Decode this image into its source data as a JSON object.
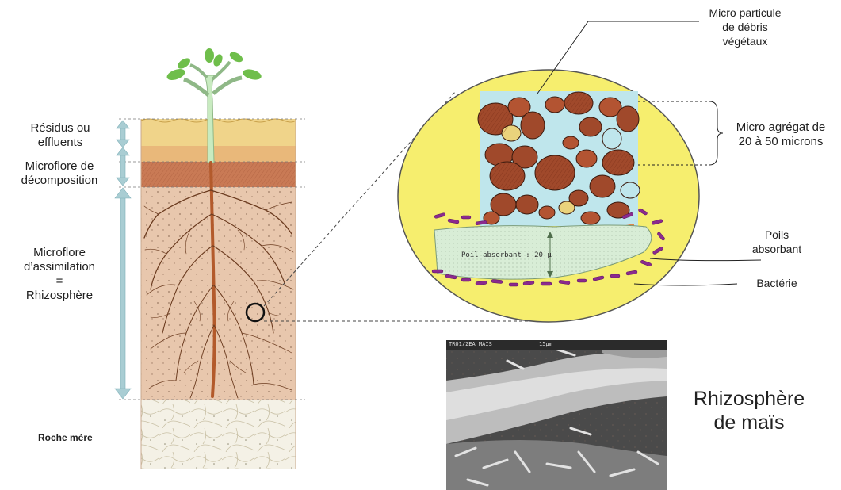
{
  "left_labels": {
    "residus_line1": "Résidus ou",
    "residus_line2": "effluents",
    "decomp_line1": "Microflore de",
    "decomp_line2": "décomposition",
    "assim_line1": "Microflore",
    "assim_line2": "d’assimilation",
    "assim_line3": "=",
    "assim_line4": "Rhizosphère",
    "roche": "Roche mère"
  },
  "right_labels": {
    "micro_particule_line1": "Micro particule",
    "micro_particule_line2": "de débris",
    "micro_particule_line3": "végétaux",
    "agregat_line1": "Micro agrégat de",
    "agregat_line2": "20 à 50 microns",
    "poils_line1": "Poils",
    "poils_line2": "absorbant",
    "bacterie": "Bactérie"
  },
  "inset_text": {
    "poil": "Poil absorbant : 20 µ"
  },
  "photo_text": {
    "header": "TR01/ZEA MAIS",
    "scale": "15µm"
  },
  "caption": {
    "line1": "Rhizosphère",
    "line2": "de maïs"
  },
  "colors": {
    "soil_litter": "#f0d48a",
    "soil_decomp": "#c97a55",
    "soil_rhizo": "#e8c7ad",
    "bedrock": "#f4f1e6",
    "circle_fill": "#f6ee6e",
    "aggregate": "#a0492b",
    "water": "#bfe6ec",
    "root_hair": "#d8edd6",
    "bacteria": "#8b2a8e",
    "arrow": "#a9cdd3"
  }
}
